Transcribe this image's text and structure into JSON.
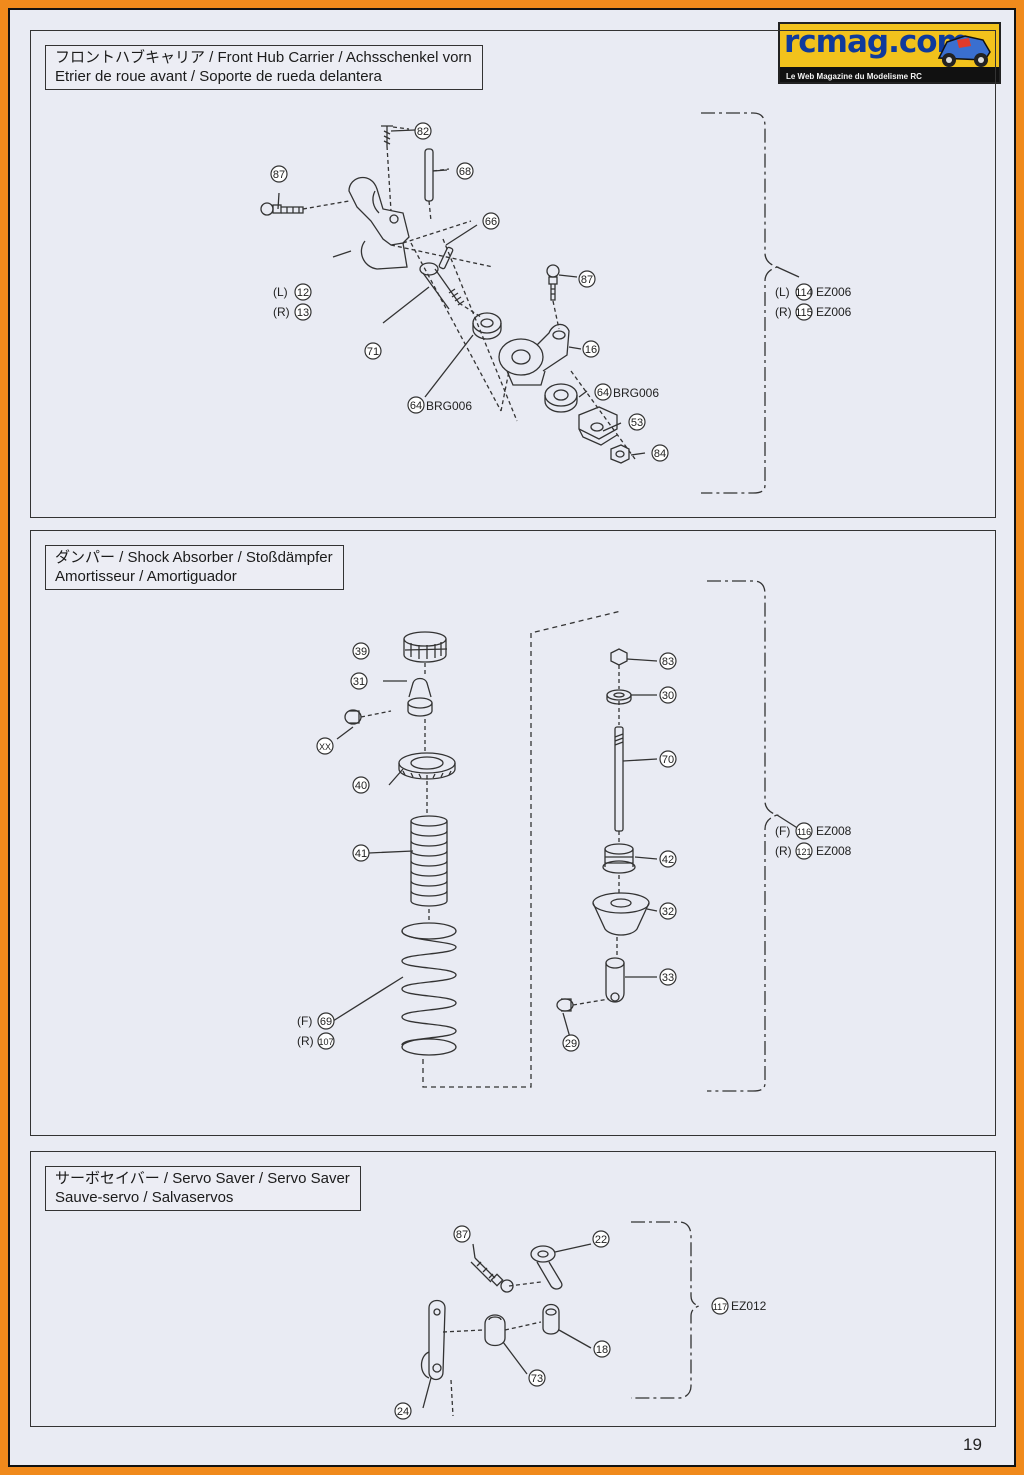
{
  "logo": {
    "name": "rcmag.com",
    "tagline": "Le Web Magazine du Modelisme RC"
  },
  "page_number": "19",
  "sections": {
    "front_hub": {
      "title_line1": "フロントハブキャリア / Front Hub Carrier / Achsschenkel vorn",
      "title_line2": "Etrier de roue avant / Soporte de rueda delantera",
      "labels": {
        "p82": "82",
        "p68": "68",
        "p87a": "87",
        "p66": "66",
        "p87b": "87",
        "left": "(L)",
        "p12": "12",
        "right": "(R)",
        "p13": "13",
        "p71": "71",
        "p16": "16",
        "p64a": "64",
        "brg_a": "BRG006",
        "p64b": "64",
        "brg_b": "BRG006",
        "p53": "53",
        "p84": "84",
        "kit_left": "(L)",
        "p114": "114",
        "ez_left": "EZ006",
        "kit_right": "(R)",
        "p115": "115",
        "ez_right": "EZ006"
      }
    },
    "shock": {
      "title_line1": "ダンパー / Shock Absorber / Stoßdämpfer",
      "title_line2": "Amortisseur / Amortiguador",
      "labels": {
        "p39": "39",
        "p31": "31",
        "pxx": "XX",
        "p40": "40",
        "p41": "41",
        "front": "(F)",
        "p69": "69",
        "rear": "(R)",
        "p107": "107",
        "p83": "83",
        "p30": "30",
        "p70": "70",
        "p42": "42",
        "p32": "32",
        "p33": "33",
        "p29": "29",
        "kit_front": "(F)",
        "p116": "116",
        "ez_front": "EZ008",
        "kit_rear": "(R)",
        "p121": "121",
        "ez_rear": "EZ008"
      }
    },
    "servo": {
      "title_line1": "サーボセイバー / Servo Saver / Servo Saver",
      "title_line2": "Sauve-servo / Salvaservos",
      "labels": {
        "p87": "87",
        "p22": "22",
        "p117": "117",
        "ez": "EZ012",
        "p18": "18",
        "p24": "24",
        "p73": "73"
      }
    }
  }
}
